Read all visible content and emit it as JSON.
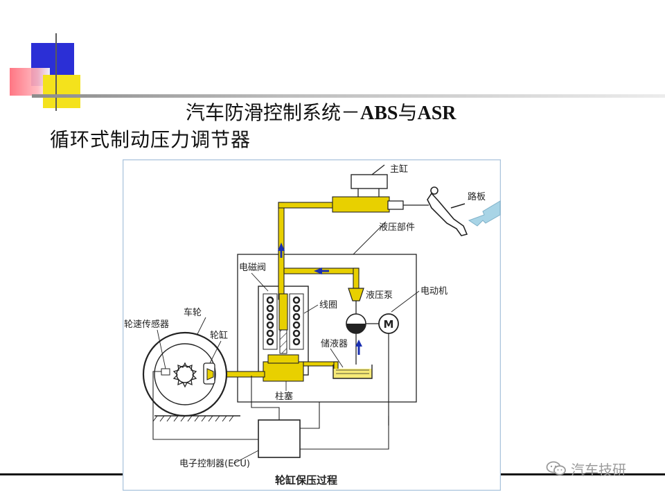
{
  "header": {
    "title_cn": "汽车防滑控制系统－",
    "title_latin_1": "ABS",
    "title_mid": "与",
    "title_latin_2": "ASR",
    "subtitle": "循环式制动压力调节器"
  },
  "diagram": {
    "labels": {
      "master_cylinder": "主缸",
      "pedal": "路板",
      "hydraulic_unit": "液压部件",
      "solenoid_valve": "电磁阀",
      "coil": "线圈",
      "pump": "液压泵",
      "motor": "电动机",
      "motor_symbol": "M",
      "wheel": "车轮",
      "wheel_speed_sensor": "轮速传感器",
      "wheel_cylinder": "轮缸",
      "reservoir": "储液器",
      "plunger": "柱塞",
      "ecu": "电子控制器(ECU)",
      "caption": "轮缸保压过程"
    },
    "colors": {
      "fluid": "#e8d000",
      "line": "#222222",
      "flow_arrow": "#1a2fb0",
      "input_arrow": "#a8d4e6",
      "frame": "#a9c3dc"
    }
  },
  "watermark": {
    "text": "汽车技研"
  },
  "decor_colors": {
    "blue": "#2b2fd6",
    "red": "#ff6a78",
    "yellow": "#f4e21c"
  }
}
